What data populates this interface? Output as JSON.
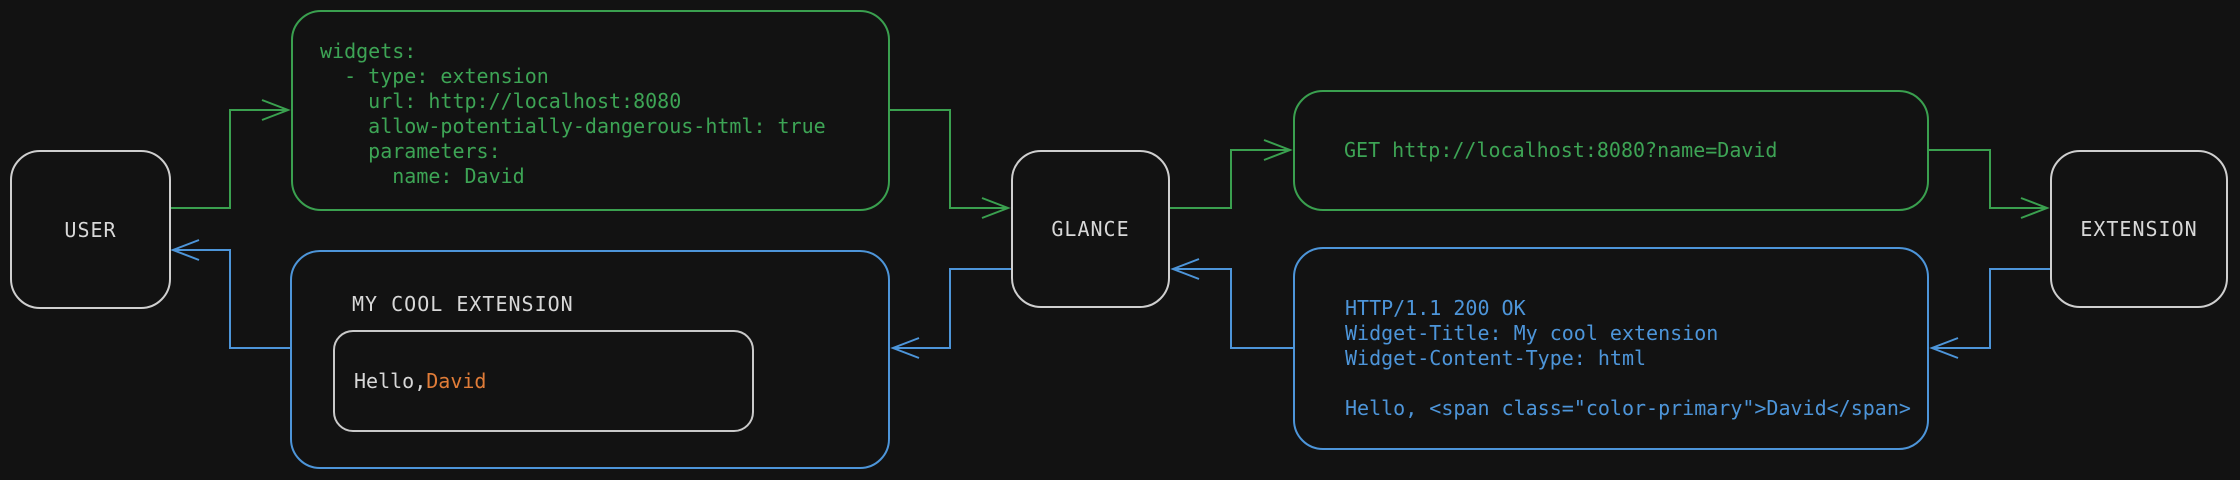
{
  "diagram": {
    "nodes": {
      "user": {
        "label": "USER"
      },
      "glance": {
        "label": "GLANCE"
      },
      "extension": {
        "label": "EXTENSION"
      }
    },
    "config_box": {
      "code": "widgets:\n  - type: extension\n    url: http://localhost:8080\n    allow-potentially-dangerous-html: true\n    parameters:\n      name: David"
    },
    "request_box": {
      "code": "GET http://localhost:8080?name=David"
    },
    "response_box": {
      "code": "HTTP/1.1 200 OK\nWidget-Title: My cool extension\nWidget-Content-Type: html\n\nHello, <span class=\"color-primary\">David</span>"
    },
    "widget_box": {
      "title": "MY COOL EXTENSION",
      "greeting_prefix": "Hello, ",
      "greeting_name": "David"
    },
    "colors": {
      "background": "#121212",
      "green": "#3aa04f",
      "blue": "#4d95d9",
      "orange": "#e07c38",
      "light": "#d8d8d8"
    }
  }
}
